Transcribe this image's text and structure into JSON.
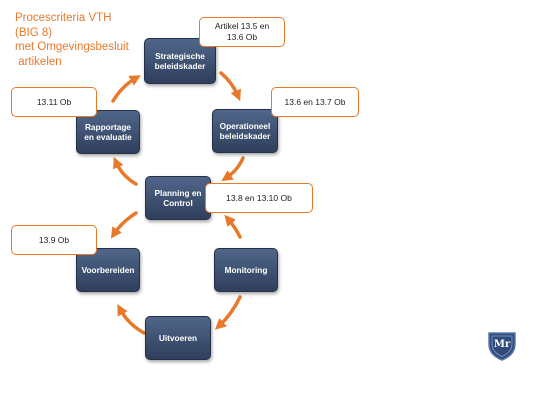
{
  "title": {
    "lines": [
      "Procescriteria VTH",
      "(BIG 8)",
      "met Omgevingsbesluit",
      " artikelen"
    ]
  },
  "nodes": {
    "strategisch": "Strategische\nbeleidskader",
    "operationeel": "Operationeel\nbeleidskader",
    "planning": "Planning en\nControl",
    "rapportage": "Rapportage\nen evaluatie",
    "voorbereiden": "Voorbereiden",
    "uitvoeren": "Uitvoeren",
    "monitoring": "Monitoring"
  },
  "callouts": {
    "strategisch": "Artikel  13.5 en\n13.6 Ob",
    "operationeel": "13.6 en  13.7 Ob",
    "planning": "13.8 en  13.10 Ob",
    "rapportage": "13.11 Ob",
    "voorbereiden": "13.9 Ob"
  },
  "logo": {
    "text": "Mr"
  },
  "colors": {
    "accent": "#e8792b",
    "node": "#3c4f6f"
  }
}
